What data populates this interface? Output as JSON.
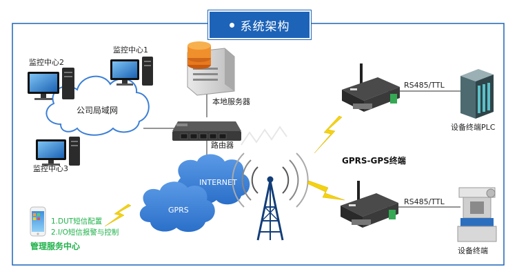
{
  "title": "系统架构",
  "labels": {
    "monitor1": "监控中心1",
    "monitor2": "监控中心2",
    "monitor3": "监控中心3",
    "company_lan": "公司局域网",
    "local_server": "本地服务器",
    "router": "路由器",
    "internet": "INTERNET",
    "gprs": "GPRS",
    "terminal_title": "GPRS-GPS终端",
    "rs485_top": "RS485/TTL",
    "rs485_bottom": "RS485/TTL",
    "plc": "设备终端PLC",
    "device_terminal": "设备终端",
    "sms_item1": "1.DUT短信配置",
    "sms_item2": "2.I/O短信报警与控制",
    "management_center": "管理服务中心"
  },
  "colors": {
    "frame": "#1d63b8",
    "accent": "#1d63b8",
    "cloud": "#3b7fd6",
    "green": "#1fb24a",
    "lightning": "#f5d20f"
  }
}
